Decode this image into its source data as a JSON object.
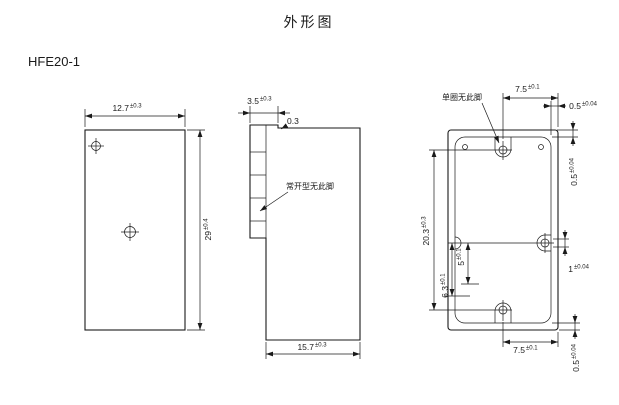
{
  "page": {
    "title": "外形图",
    "model": "HFE20-1",
    "line_color": "#1a1a1a",
    "bg_color": "#ffffff"
  },
  "front_view": {
    "dim_width_value": "12.7",
    "dim_width_tol": "±0.3",
    "dim_height_value": "29",
    "dim_height_tol": "±0.4"
  },
  "side_view": {
    "dim_flange_value": "3.5",
    "dim_flange_tol": "±0.3",
    "dim_pin_value": "0.3",
    "note_pin": "常开型无此脚",
    "dim_depth_value": "15.7",
    "dim_depth_tol": "±0.3"
  },
  "bottom_view": {
    "note_pin": "单圈无此脚",
    "dim_top_pitch_value": "7.5",
    "dim_top_pitch_tol": "±0.1",
    "dim_top_wall_value": "0.5",
    "dim_top_wall_tol": "±0.04",
    "dim_right_wall_value": "0.5",
    "dim_right_wall_tol": "±0.04",
    "dim_pitch_value": "20.3",
    "dim_pitch_tol": "±0.3",
    "dim_inner_a_value": "5",
    "dim_inner_a_tol": "±0.1",
    "dim_inner_b_value": "6.3",
    "dim_inner_b_tol": "±0.1",
    "dim_pin_width_value": "1",
    "dim_pin_width_tol": "±0.04",
    "dim_bottom_pitch_value": "7.5",
    "dim_bottom_pitch_tol": "±0.1",
    "dim_bottom_wall_value": "0.5",
    "dim_bottom_wall_tol": "±0.04"
  }
}
